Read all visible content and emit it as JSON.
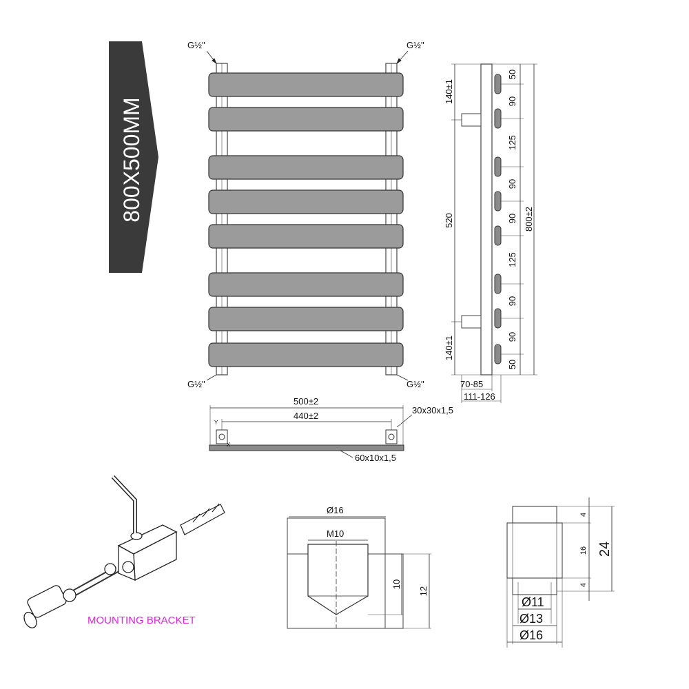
{
  "size_banner": "800X500MM",
  "front_view": {
    "corner_labels": [
      "G½\"",
      "G½\"",
      "G½\"",
      "G½\"}"
    ],
    "bar_count": 8
  },
  "side_view": {
    "segments": [
      "50",
      "90",
      "125",
      "90",
      "90",
      "125",
      "90",
      "90",
      "50"
    ],
    "offset_top": "140±1",
    "offset_bottom": "140±1",
    "center_distance": "520",
    "total_height": "800±2",
    "depth_inner": "70-85",
    "depth_outer": "111-126"
  },
  "top_view": {
    "total_width": "500±2",
    "center_width": "440±2",
    "tube": "30x30x1,5",
    "flat_bar": "60x10x1,5",
    "axis_y": "Y",
    "axis_x": "X"
  },
  "mounting": {
    "label": "MOUNTING BRACKET",
    "label_color": "#e61ee6"
  },
  "detail_section": {
    "outer_dia": "Ø16",
    "thread": "M10",
    "depth_inner": "10",
    "depth_outer": "12"
  },
  "detail_sleeve": {
    "dims": [
      "4",
      "16",
      "4"
    ],
    "total": "24",
    "d1": "Ø11",
    "d2": "Ø13",
    "d3": "Ø16"
  }
}
